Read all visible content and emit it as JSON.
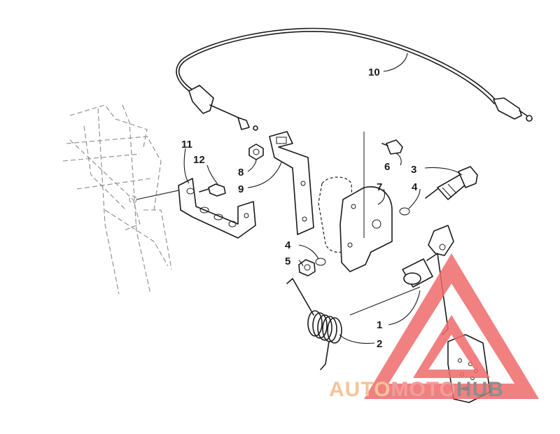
{
  "callouts": [
    {
      "id": "1",
      "text": "1"
    },
    {
      "id": "2",
      "text": "2"
    },
    {
      "id": "3",
      "text": "3"
    },
    {
      "id": "4a",
      "text": "4"
    },
    {
      "id": "4b",
      "text": "4"
    },
    {
      "id": "5",
      "text": "5"
    },
    {
      "id": "6",
      "text": "6"
    },
    {
      "id": "7",
      "text": "7"
    },
    {
      "id": "8",
      "text": "8"
    },
    {
      "id": "9",
      "text": "9"
    },
    {
      "id": "10",
      "text": "10"
    },
    {
      "id": "11",
      "text": "11"
    },
    {
      "id": "12",
      "text": "12"
    }
  ],
  "watermark": {
    "part1": "AUTO",
    "part2": "MOTO",
    "part3": "HUB",
    "color1": "#f6b98a",
    "color2": "#f28b8b",
    "color3": "#7a7a7a",
    "triangle_color": "#ef6b6b"
  }
}
